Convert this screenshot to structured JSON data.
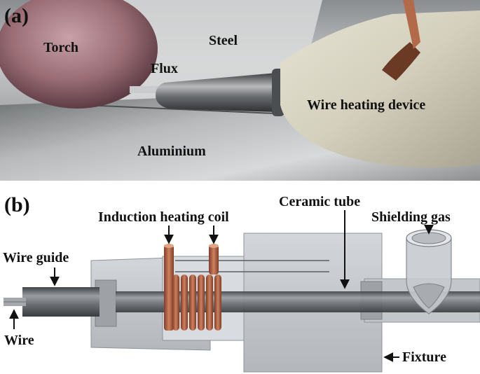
{
  "panel_a": {
    "tag": "(a)",
    "labels": {
      "torch": "Torch",
      "steel": "Steel",
      "flux": "Flux",
      "wire_heating_device": "Wire heating device",
      "aluminium": "Aluminium"
    }
  },
  "panel_b": {
    "tag": "(b)",
    "labels": {
      "induction_heating_coil": "Induction heating coil",
      "ceramic_tube": "Ceramic tube",
      "shielding_gas": "Shielding gas",
      "wire_guide": "Wire guide",
      "wire": "Wire",
      "fixture": "Fixture"
    }
  },
  "colors": {
    "copper": "#b5654a",
    "fixture_gray": "#c9ccd1",
    "metal_dark": "#5c5f63"
  }
}
